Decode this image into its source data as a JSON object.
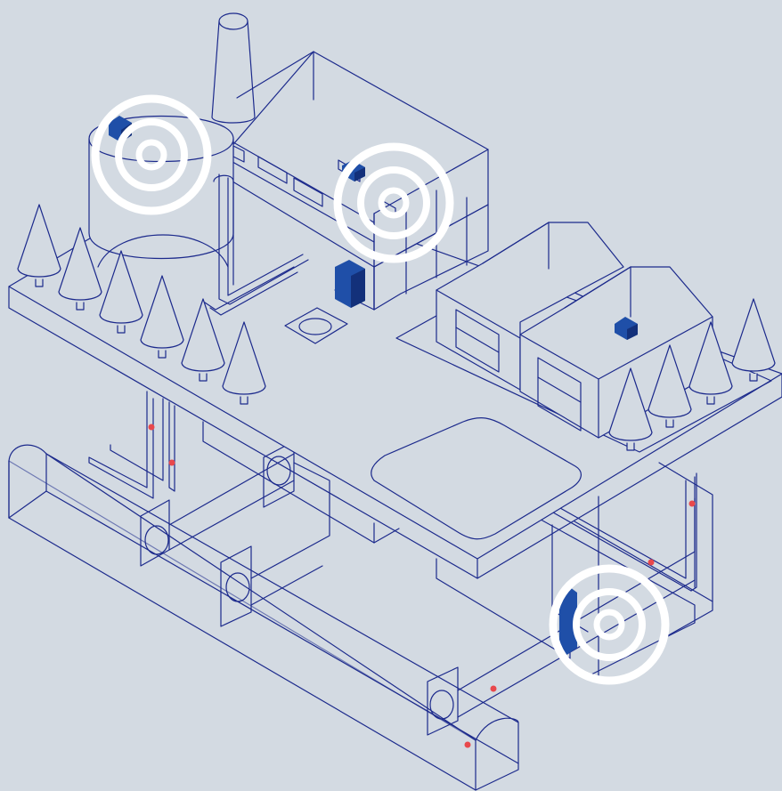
{
  "colors": {
    "background": "#d3dae2",
    "line": "#1c2a8c",
    "device_fill": "#1f4fa8",
    "device_shade": "#13307a",
    "sensor_dot": "#e8484c",
    "signal_ring": "#ffffff"
  },
  "signals": [
    {
      "id": "signal-tank",
      "icon": "concentric-rings"
    },
    {
      "id": "signal-factory",
      "icon": "concentric-rings"
    },
    {
      "id": "signal-underground",
      "icon": "concentric-rings"
    }
  ],
  "devices": [
    {
      "id": "tank-device"
    },
    {
      "id": "factory-roof-device"
    },
    {
      "id": "factory-wall-device"
    },
    {
      "id": "house-device"
    },
    {
      "id": "underground-device"
    }
  ],
  "sensors": [
    {
      "id": "pipe-sensor-1"
    },
    {
      "id": "pipe-sensor-2"
    },
    {
      "id": "pipe-sensor-3"
    },
    {
      "id": "pipe-sensor-4"
    },
    {
      "id": "pipe-sensor-5"
    },
    {
      "id": "pipe-sensor-6"
    }
  ]
}
